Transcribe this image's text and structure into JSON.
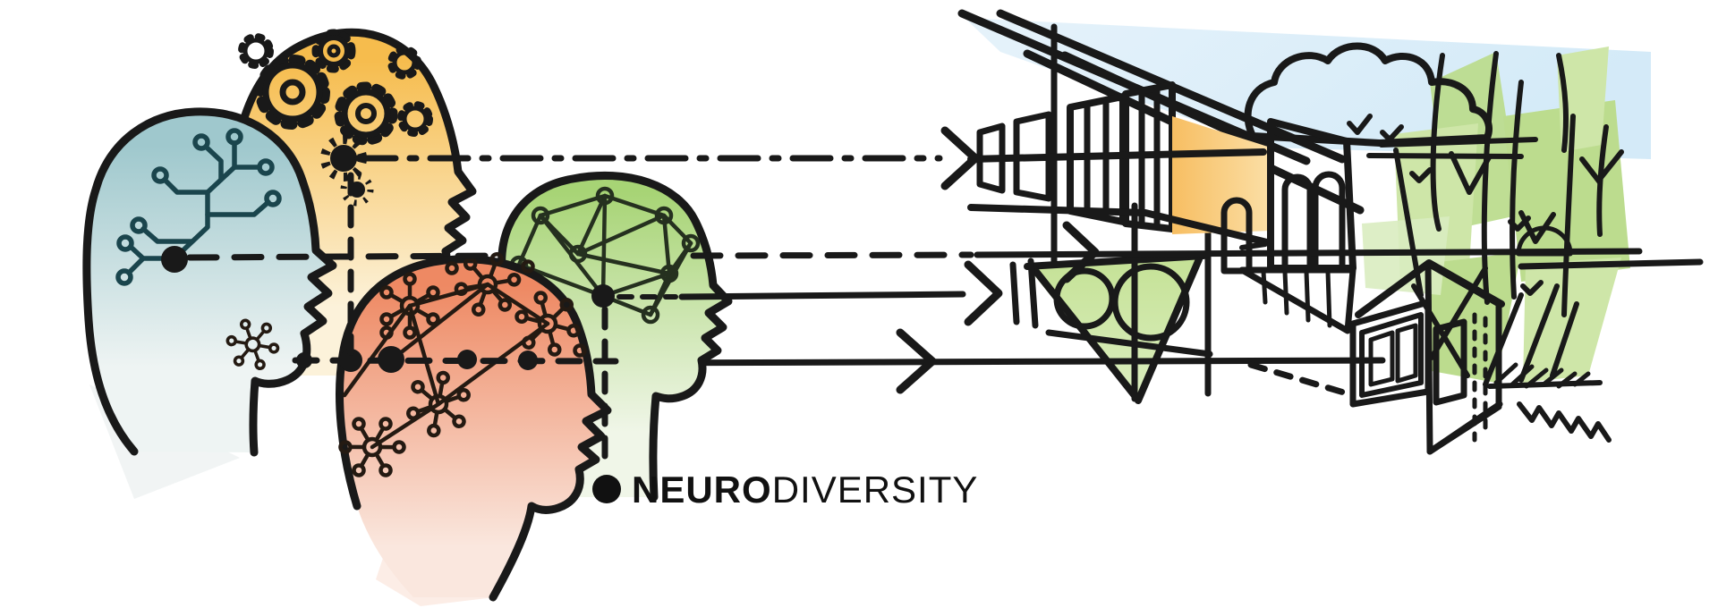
{
  "label": {
    "bullet_icon": "filled-circle",
    "bold": "NEURO",
    "light": "DIVERSITY"
  },
  "palette": {
    "ink": "#191919",
    "circuit_head_blue": "#9FC8CD",
    "gears_head_yellow": "#F6BC4D",
    "molecule_head_red": "#EE8963",
    "graph_head_green": "#A7D475",
    "circuit_trace": "#1A454D",
    "sky_blue": "#CFE8F7",
    "orange_wall": "#F4A44C",
    "orange_wall_light": "#F7BE62",
    "teal_pavilion": "#A9CED5",
    "teal_pavilion_dark": "#8FBFC9",
    "hedge_green": "#BFDD90",
    "hedge_green_dark": "#A5D470",
    "foliage_green": "#BCDC8E",
    "foliage_green_light": "#CEE6A8",
    "sun_orange": "#F5AB45",
    "cottage_window_red": "#E8492E",
    "cottage_band_salmon": "#ED8560",
    "cloud_white": "#FFFFFF"
  },
  "heads": [
    {
      "name": "circuit-head",
      "motif": "circuit-board brain",
      "color": "#9FC8CD"
    },
    {
      "name": "gears-head",
      "motif": "gears brain",
      "color": "#F6BC4D"
    },
    {
      "name": "molecule-head",
      "motif": "neuron-molecule brain",
      "color": "#EE8963"
    },
    {
      "name": "graph-head",
      "motif": "network-graph brain",
      "color": "#A7D475"
    }
  ],
  "guides": [
    {
      "name": "gears-guide-line",
      "style": "dash-dot",
      "arrowhead": "chevron-right"
    },
    {
      "name": "circuit-guide-line",
      "style": "dashed",
      "arrowhead": "chevron-right"
    },
    {
      "name": "graph-guide-line",
      "style": "solid",
      "arrowhead": "chevron-right"
    },
    {
      "name": "molecule-guide-line",
      "style": "dashed-with-nodes",
      "arrowhead": "chevron-right"
    }
  ],
  "scene": {
    "name": "hand-drawn-architecture-landscape",
    "elements": [
      "pergola-roof",
      "sky-band",
      "clouds",
      "telescoping-orange-walls",
      "arched-teal-pavilion",
      "round-hedges",
      "trees",
      "sun",
      "red-cottage",
      "grass",
      "zigzag-path"
    ]
  }
}
